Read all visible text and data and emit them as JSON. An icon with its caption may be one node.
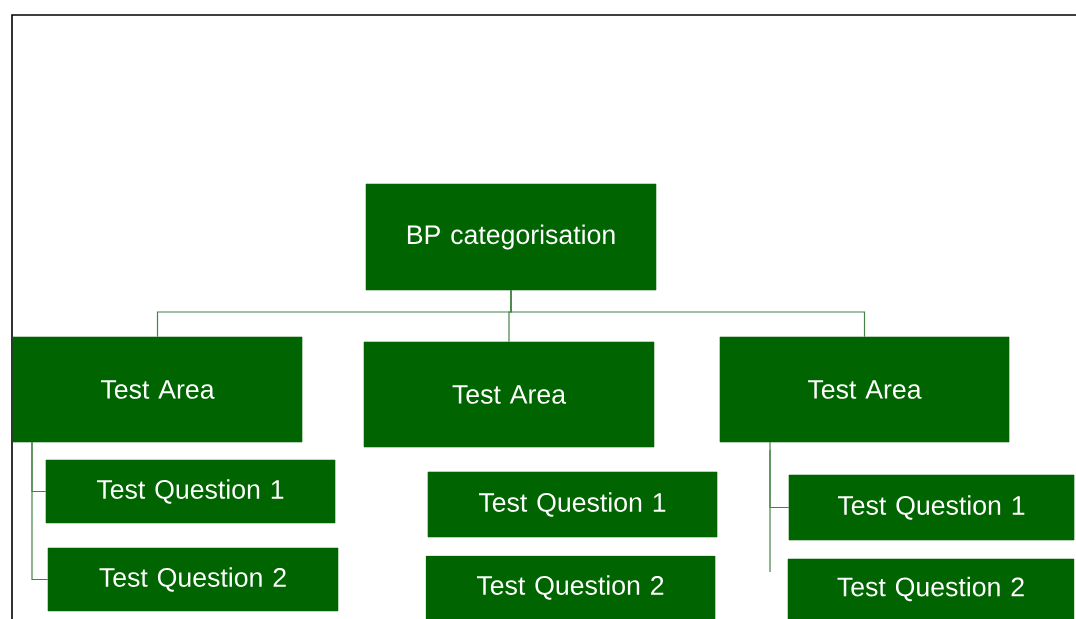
{
  "diagram": {
    "nodes": [
      {
        "text": [
          "BP categorisation"
        ]
      },
      {
        "text": [
          "Test Area"
        ]
      },
      {
        "text": [
          "Test Area"
        ]
      },
      {
        "text": [
          "Test Area"
        ]
      },
      {
        "text": [
          "Test Question 1"
        ]
      },
      {
        "text": [
          "Test Question 2"
        ]
      },
      {
        "text": [
          "Test Question 1"
        ]
      },
      {
        "text": [
          "Test Question 2"
        ]
      },
      {
        "text": [
          "Test Question 1"
        ]
      },
      {
        "text": [
          "Test Question 2"
        ]
      }
    ],
    "edges": [
      {
        "from": 0,
        "to": 1,
        "arrow": "none"
      },
      {
        "from": 0,
        "to": 2,
        "arrow": "none"
      },
      {
        "from": 0,
        "to": 3,
        "arrow": "none"
      },
      {
        "from": 1,
        "to": 4,
        "arrow": "none"
      },
      {
        "from": 1,
        "to": 5,
        "arrow": "none"
      },
      {
        "from": 3,
        "to": 8,
        "arrow": "none"
      }
    ]
  }
}
